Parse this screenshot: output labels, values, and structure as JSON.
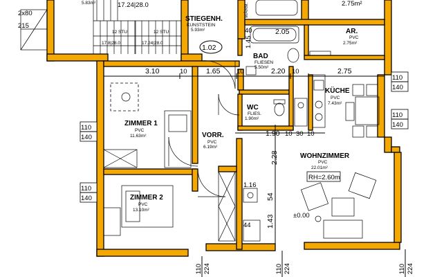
{
  "rooms": {
    "top_left_area": "5.83m²",
    "stiegenhaus_name": "STIEGENH.",
    "stiegenhaus_floor": "KUNSTSTEIN",
    "stiegenhaus_area": "5.93m²",
    "top_right_area": "2.75m²",
    "ar_name": "AR.",
    "ar_floor": "PVC",
    "ar_area": "2.75m²",
    "bad_name": "BAD",
    "bad_floor": "FLIESEN",
    "bad_area": "5.50m²",
    "kueche_name": "KÜCHE",
    "kueche_floor": "PVC",
    "kueche_area": "7.43m²",
    "wc_name": "WC",
    "wc_floor": "FLIES.",
    "wc_area": "1.90m²",
    "zimmer1_name": "ZIMMER 1",
    "zimmer1_floor": "PVC",
    "zimmer1_area": "11.63m²",
    "vorr_name": "VORR.",
    "vorr_floor": "PVC",
    "vorr_area": "6.19m²",
    "wohnzimmer_name": "WOHNZIMMER",
    "wohnzimmer_floor": "PVC",
    "wohnzimmer_area": "22.01m²",
    "room_height": "RH=2.60m",
    "zimmer2_name": "ZIMMER 2",
    "zimmer2_floor": "PVC",
    "zimmer2_area": "13.10m²"
  },
  "labels": {
    "unit_number": "1.02",
    "stair_top": "17.24|28.0",
    "stair_a": "12 STU",
    "stair_b": "12 STU",
    "stair_c": "17.8|28.0",
    "stair_d": "17.24|28.0",
    "window_side": "2x80",
    "dim_215": "215",
    "waerm": "WÄRM.",
    "elevation": "±0.00"
  },
  "dimensions": {
    "d_3_10": "3.10",
    "d_10_a": "10",
    "d_1_65": "1.65",
    "d_10_b": "10",
    "d_2_20": "2.20",
    "d_10_c": "10",
    "d_2_75": "2.75",
    "d_2_05": "2.05",
    "d_40": "40",
    "d_1_45": "1.45",
    "d_1_90": "1.90",
    "d_10_d": "10",
    "d_30": "30",
    "d_10_e": "10",
    "d_2_28": "2.28",
    "d_1_16": "1.16",
    "d_54": "54",
    "d_1_43": "1.43",
    "d_44": "44",
    "d_110_l1": "110",
    "d_140_l1": "140",
    "d_110_l2": "110",
    "d_140_l2": "140",
    "d_110_r1": "110",
    "d_140_r1": "140",
    "d_110_r2": "110",
    "d_140_r2": "140",
    "d_110_b1": "110",
    "d_224_b1": "224",
    "d_110_b2": "110",
    "d_224_b2": "224",
    "d_110_b3": "110",
    "d_224_b3": "224"
  }
}
